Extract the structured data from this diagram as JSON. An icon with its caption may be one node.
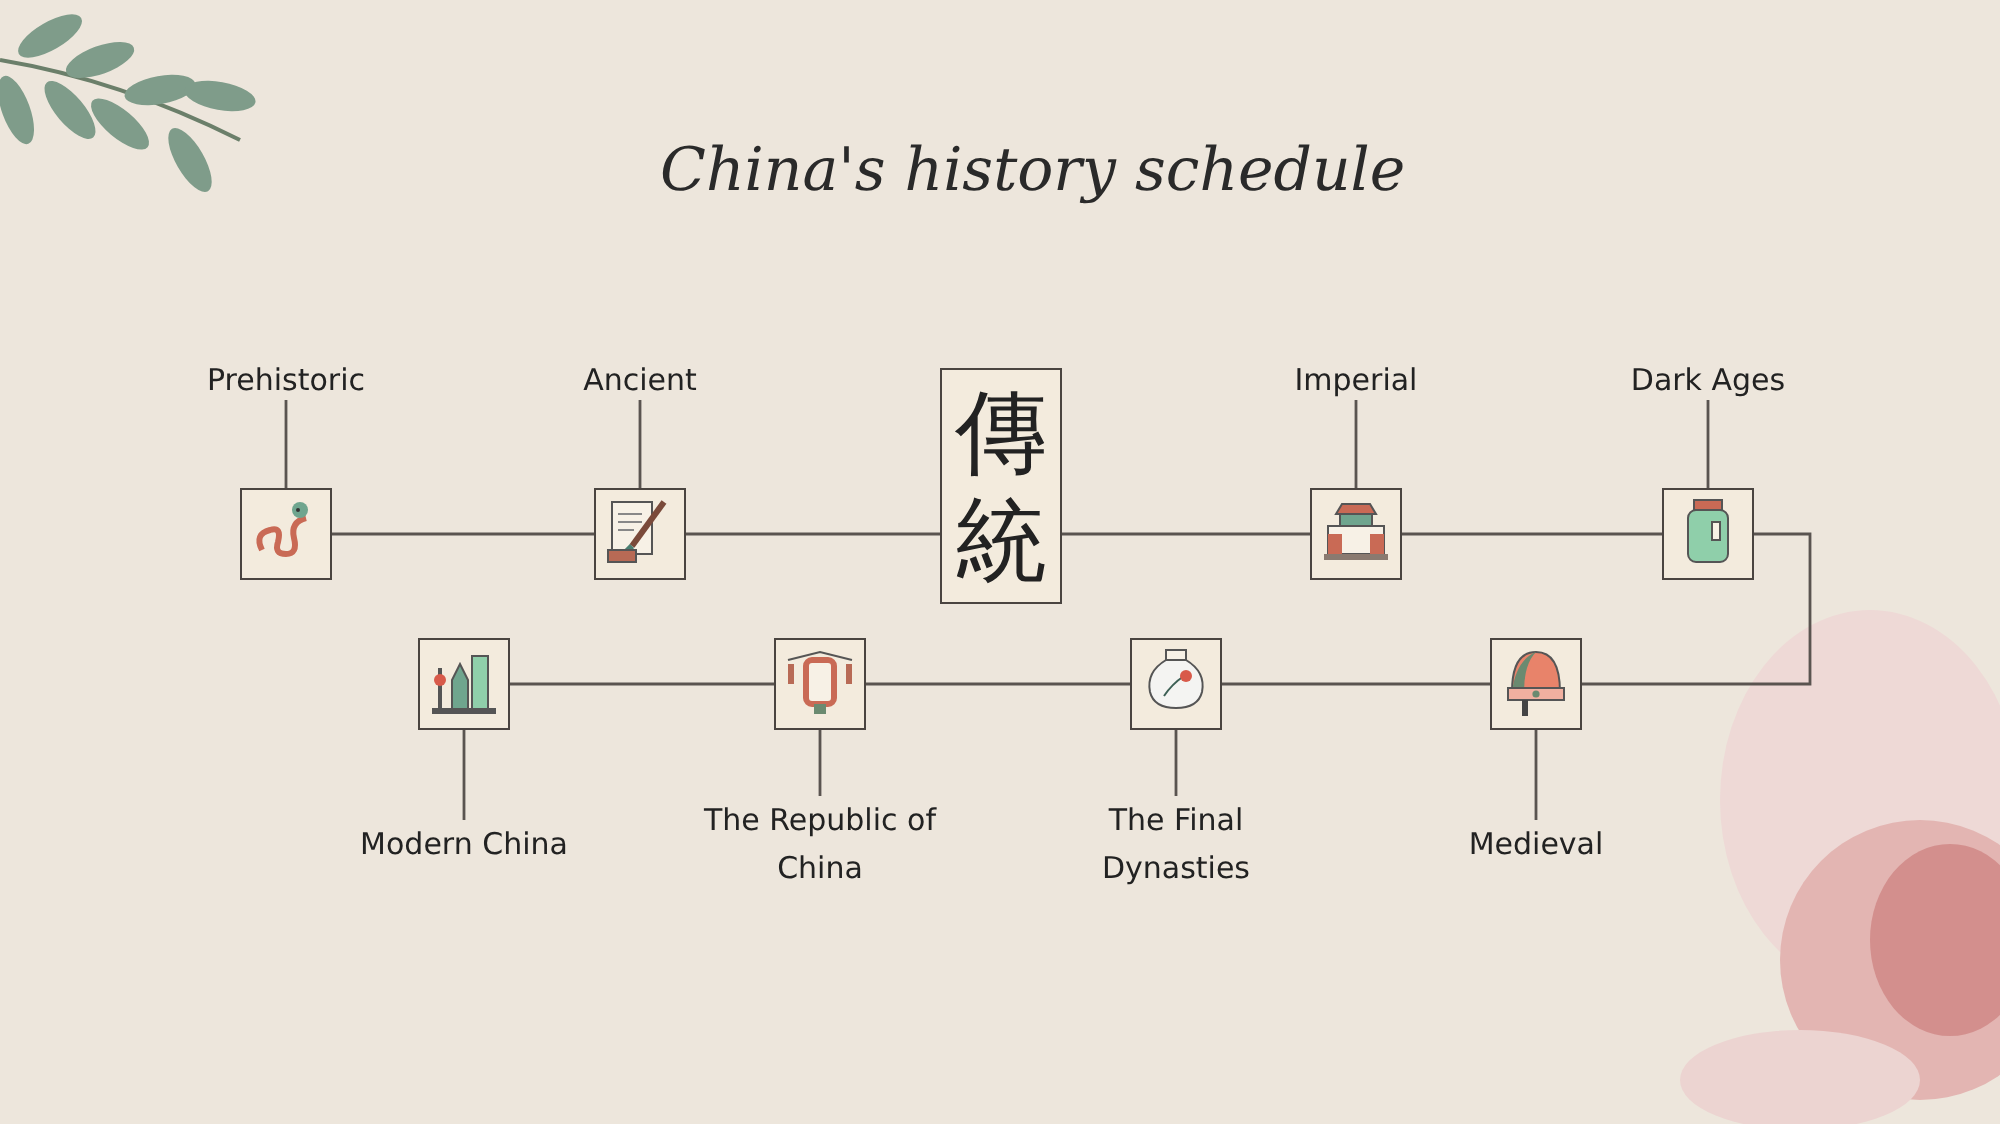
{
  "diagram": {
    "title": "China's history schedule",
    "nodes": [
      {
        "text": [
          "Prehistoric"
        ]
      },
      {
        "text": [],
        "shape": "picture"
      },
      {
        "text": [
          "Ancient"
        ]
      },
      {
        "text": [],
        "shape": "picture"
      },
      {
        "text": [
          "傳統"
        ]
      },
      {
        "text": [
          "Imperial"
        ]
      },
      {
        "text": [],
        "shape": "picture"
      },
      {
        "text": [
          "Dark Ages"
        ]
      },
      {
        "text": [],
        "shape": "picture"
      },
      {
        "text": [],
        "shape": "picture"
      },
      {
        "text": [
          "Medieval"
        ]
      },
      {
        "text": [],
        "shape": "picture"
      },
      {
        "text": [
          "The Final Dynasties"
        ]
      },
      {
        "text": [],
        "shape": "picture"
      },
      {
        "text": [
          "The Republic of China"
        ]
      },
      {
        "text": [],
        "shape": "picture"
      },
      {
        "text": [
          "Modern China"
        ]
      }
    ],
    "edges": [
      {
        "from": 0,
        "to": 1,
        "arrow": "none"
      },
      {
        "from": 2,
        "to": 3,
        "arrow": "none"
      },
      {
        "from": 5,
        "to": 6,
        "arrow": "none"
      },
      {
        "from": 7,
        "to": 8,
        "arrow": "none"
      },
      {
        "from": 10,
        "to": 9,
        "arrow": "none"
      },
      {
        "from": 12,
        "to": 11,
        "arrow": "none"
      },
      {
        "from": 14,
        "to": 13,
        "arrow": "none"
      },
      {
        "from": 16,
        "to": 15,
        "arrow": "none"
      },
      {
        "from": 1,
        "to": 3,
        "arrow": "none"
      },
      {
        "from": 3,
        "to": 4,
        "arrow": "none"
      },
      {
        "from": 4,
        "to": 6,
        "arrow": "none"
      },
      {
        "from": 6,
        "to": 8,
        "arrow": "none"
      },
      {
        "from": 8,
        "to": 9,
        "arrow": "none"
      },
      {
        "from": 9,
        "to": 11,
        "arrow": "none"
      },
      {
        "from": 11,
        "to": 13,
        "arrow": "none"
      },
      {
        "from": 13,
        "to": 15,
        "arrow": "none"
      }
    ]
  }
}
